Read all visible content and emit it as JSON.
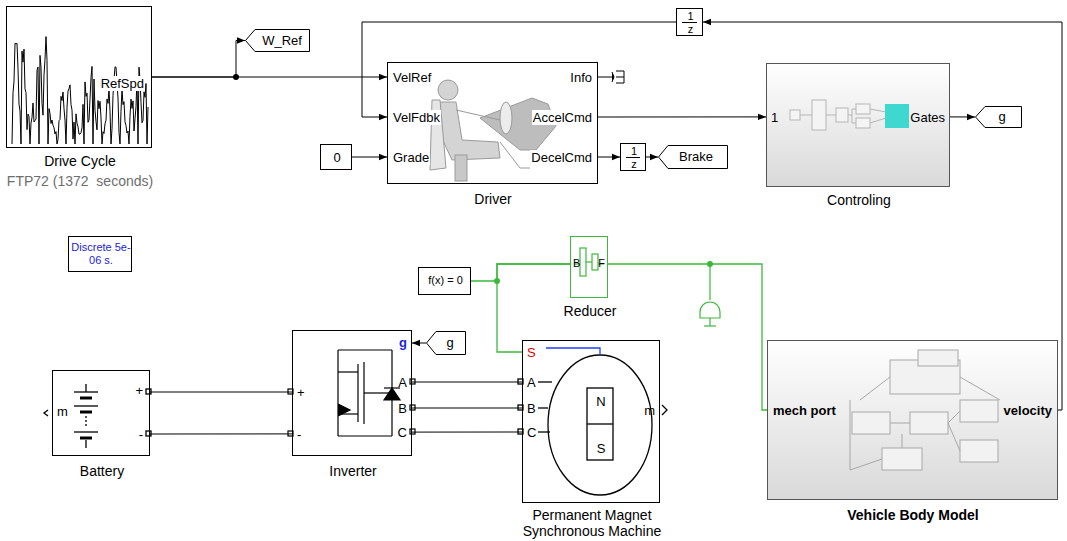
{
  "diagram": {
    "nodes": [
      {
        "text": [
          "RefSpd",
          "Drive Cycle",
          "FTP72 (1372  seconds)"
        ]
      },
      {
        "text": [
          "W_Ref"
        ]
      },
      {
        "text": [
          "VelRef",
          "VelFdbk",
          "Grade",
          "Info",
          "AccelCmd",
          "DecelCmd",
          "Driver"
        ]
      },
      {
        "text": [
          "0"
        ]
      },
      {
        "text": [
          "1",
          "z"
        ]
      },
      {
        "text": [
          "1",
          "z"
        ]
      },
      {
        "text": [
          "Brake"
        ]
      },
      {
        "text": [
          "1",
          "Gates",
          "Controling"
        ]
      },
      {
        "text": [
          "g"
        ]
      },
      {
        "text": [
          "Discrete 5e-06 s."
        ]
      },
      {
        "text": [
          "f(x) = 0"
        ]
      },
      {
        "text": [
          "B",
          "F",
          "Reducer"
        ]
      },
      {
        "text": [
          "g"
        ]
      },
      {
        "text": [
          "m",
          "+",
          "-",
          "Battery"
        ]
      },
      {
        "text": [
          "g",
          "+",
          "-",
          "A",
          "B",
          "C",
          "Inverter"
        ]
      },
      {
        "text": [
          "S",
          "A",
          "B",
          "C",
          "N",
          "S",
          "m",
          "Permanent Magnet Synchronous Machine"
        ]
      },
      {
        "text": [
          "mech port",
          "velocity",
          "Vehicle Body Model"
        ]
      }
    ],
    "edges": [
      {
        "from": 0,
        "to": 1,
        "arrow": "to"
      },
      {
        "from": 0,
        "to": 2,
        "arrow": "to"
      },
      {
        "from": 3,
        "to": 2,
        "arrow": "to"
      },
      {
        "from": 2,
        "to": 7,
        "arrow": "to"
      },
      {
        "from": 2,
        "to": 5,
        "arrow": "to"
      },
      {
        "from": 5,
        "to": 6,
        "arrow": "to"
      },
      {
        "from": 7,
        "to": 8,
        "arrow": "to"
      },
      {
        "from": 4,
        "to": 2,
        "arrow": "to"
      },
      {
        "from": 16,
        "to": 4,
        "arrow": "to"
      },
      {
        "from": 12,
        "to": 14,
        "arrow": "to"
      },
      {
        "from": 13,
        "to": 14,
        "arrow": "none"
      },
      {
        "from": 13,
        "to": 14,
        "arrow": "none"
      },
      {
        "from": 14,
        "to": 15,
        "arrow": "none"
      },
      {
        "from": 14,
        "to": 15,
        "arrow": "none"
      },
      {
        "from": 14,
        "to": 15,
        "arrow": "none"
      },
      {
        "from": 10,
        "to": 11,
        "arrow": "none"
      },
      {
        "from": 15,
        "to": 11,
        "arrow": "none"
      },
      {
        "from": 11,
        "to": 16,
        "arrow": "none"
      }
    ]
  }
}
